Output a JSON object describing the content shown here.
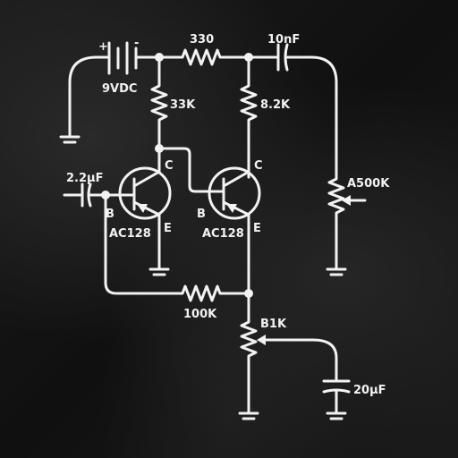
{
  "labels": {
    "battery": "9VDC",
    "r_330": "330",
    "c_10nf": "10nF",
    "r_33k": "33K",
    "r_8k2": "8.2K",
    "c_2u2": "2.2µF",
    "q1_model": "AC128",
    "q2_model": "AC128",
    "pot_a500k": "A500K",
    "r_100k": "100K",
    "pot_b1k": "B1K",
    "c_20u": "20µF",
    "battery_plus": "+",
    "battery_minus": "-"
  },
  "pins": {
    "q1_c": "C",
    "q1_b": "B",
    "q1_e": "E",
    "q2_c": "C",
    "q2_b": "B",
    "q2_e": "E"
  },
  "colors": {
    "ink": "#f2f2f2",
    "fabric": "#151515"
  }
}
